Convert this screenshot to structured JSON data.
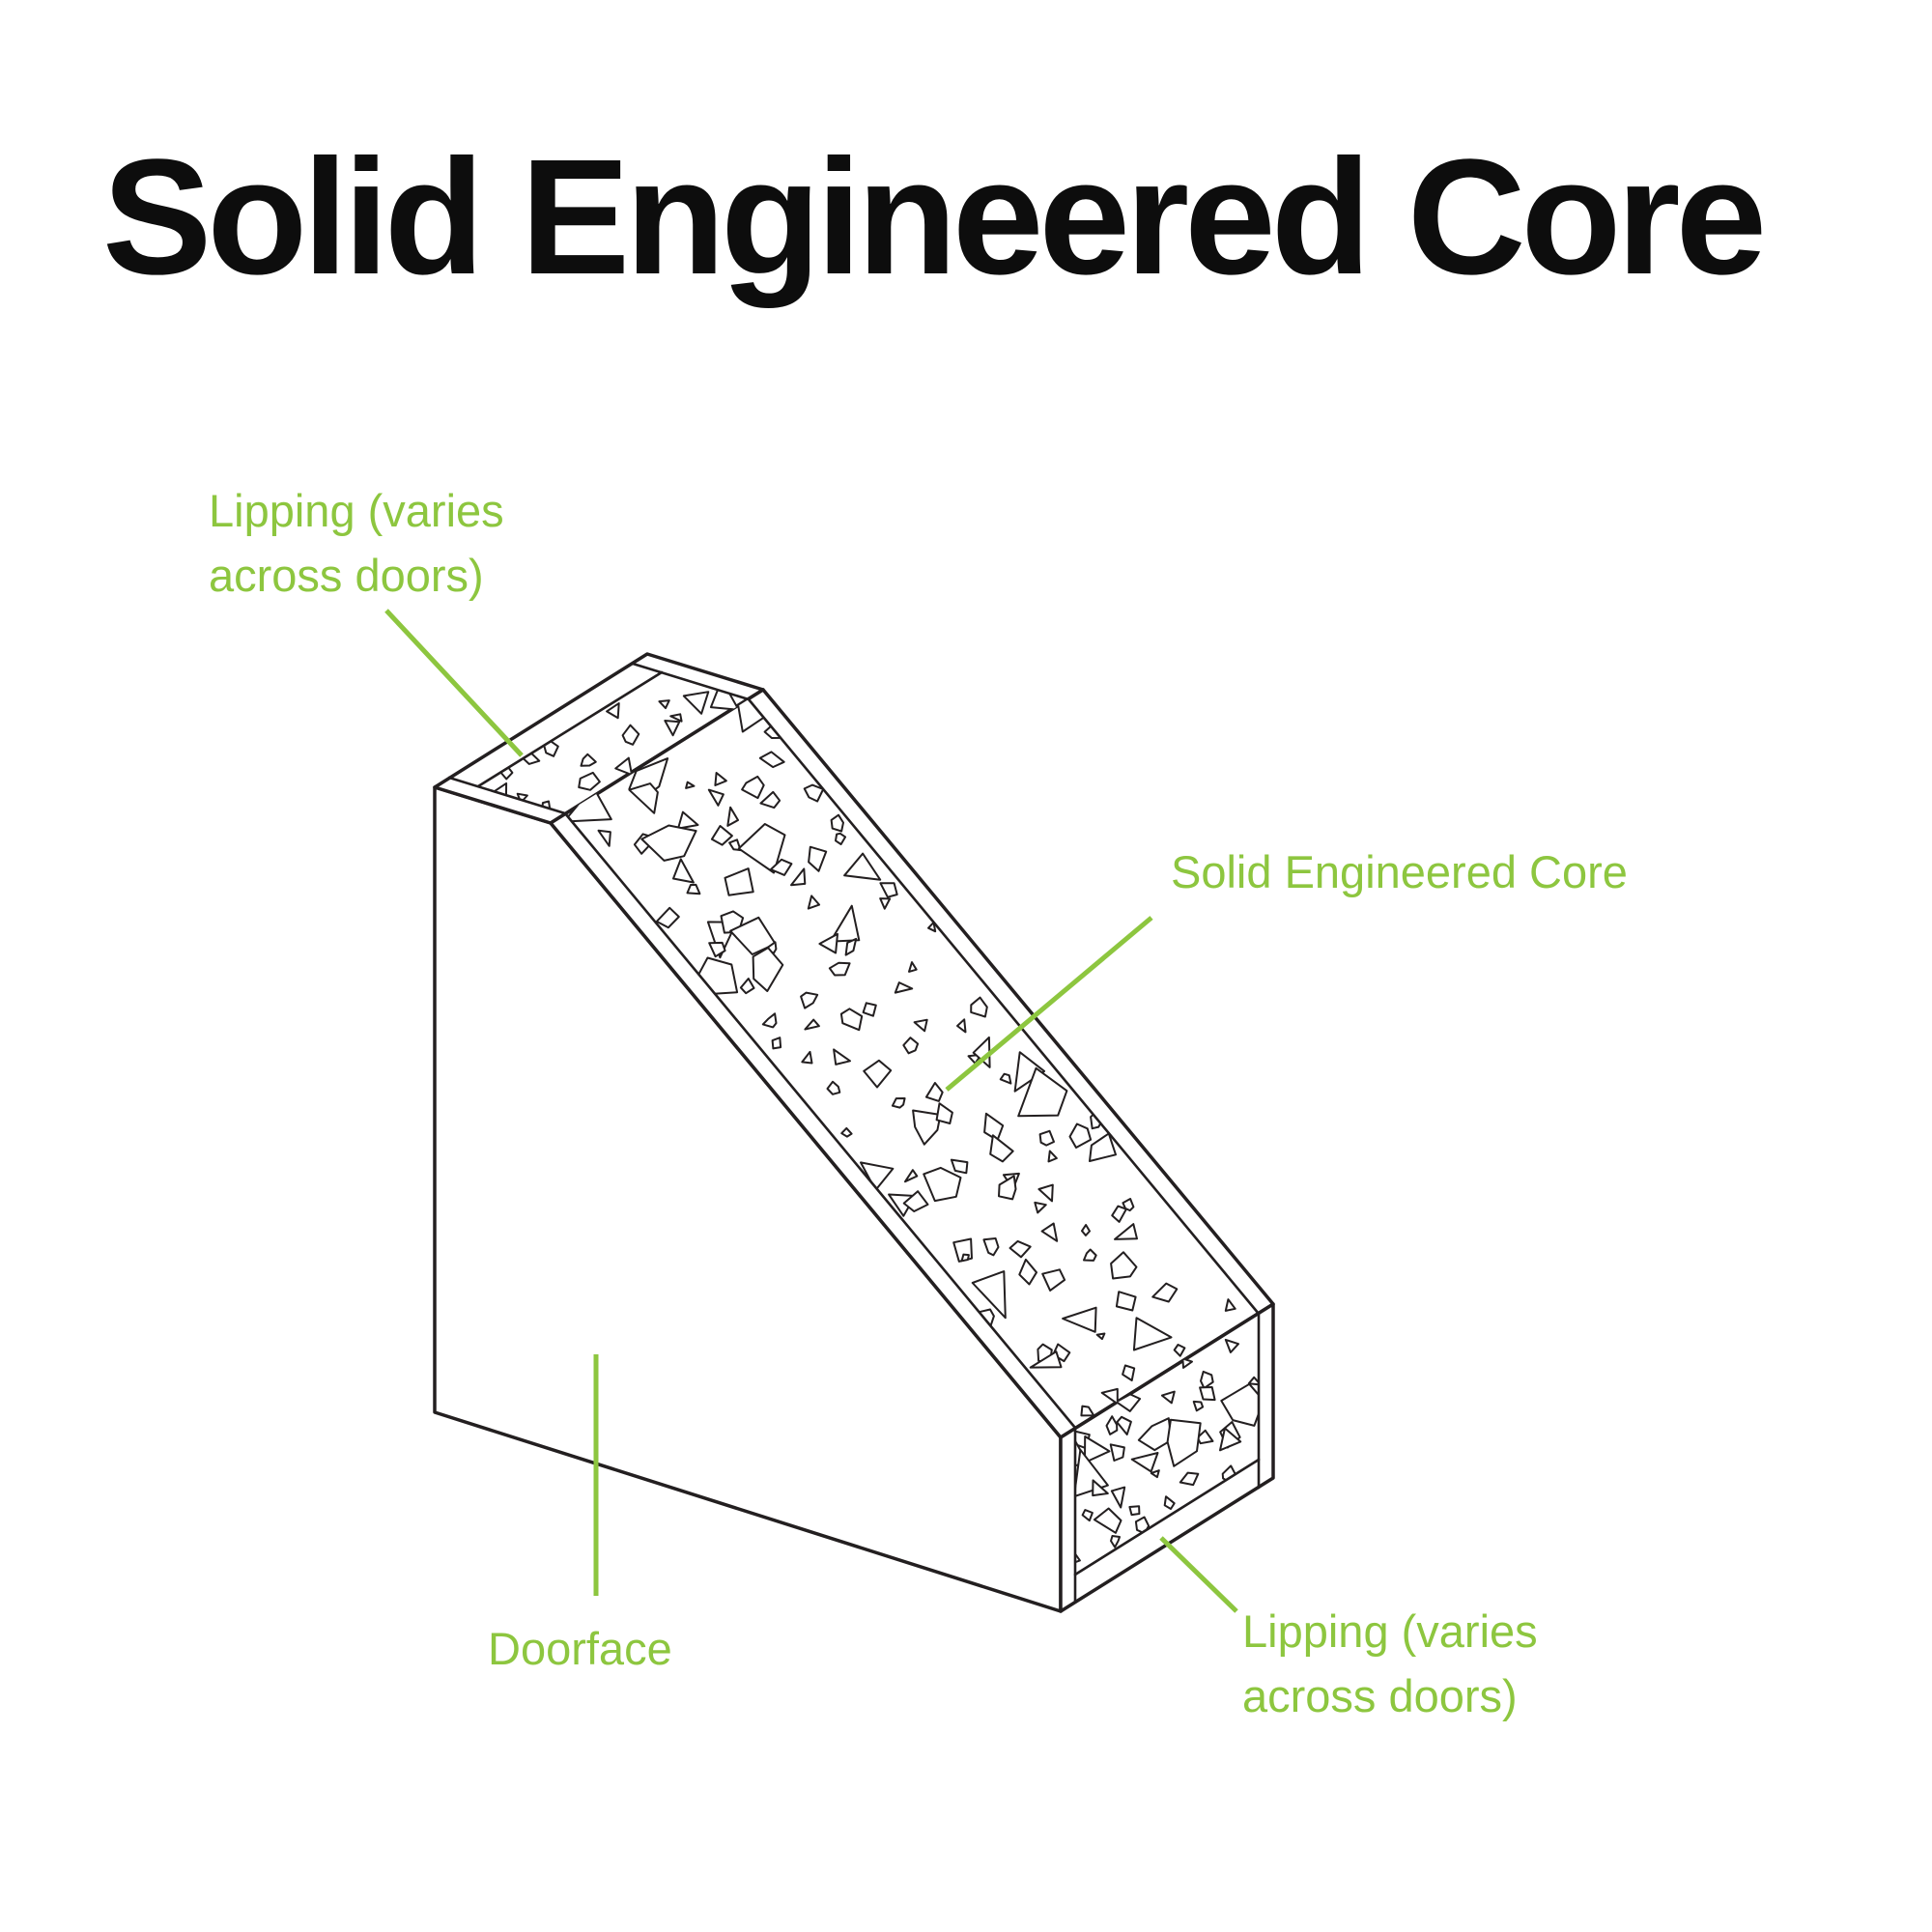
{
  "title": "Solid Engineered Core",
  "labels": {
    "lipping_top": "Lipping (varies\nacross doors)",
    "core": "Solid Engineered Core",
    "doorface": "Doorface",
    "lipping_bottom": "Lipping (varies\nacross doors)"
  },
  "colors": {
    "accent_green": "#8dc63f",
    "ink": "#231f20",
    "background": "#ffffff"
  }
}
